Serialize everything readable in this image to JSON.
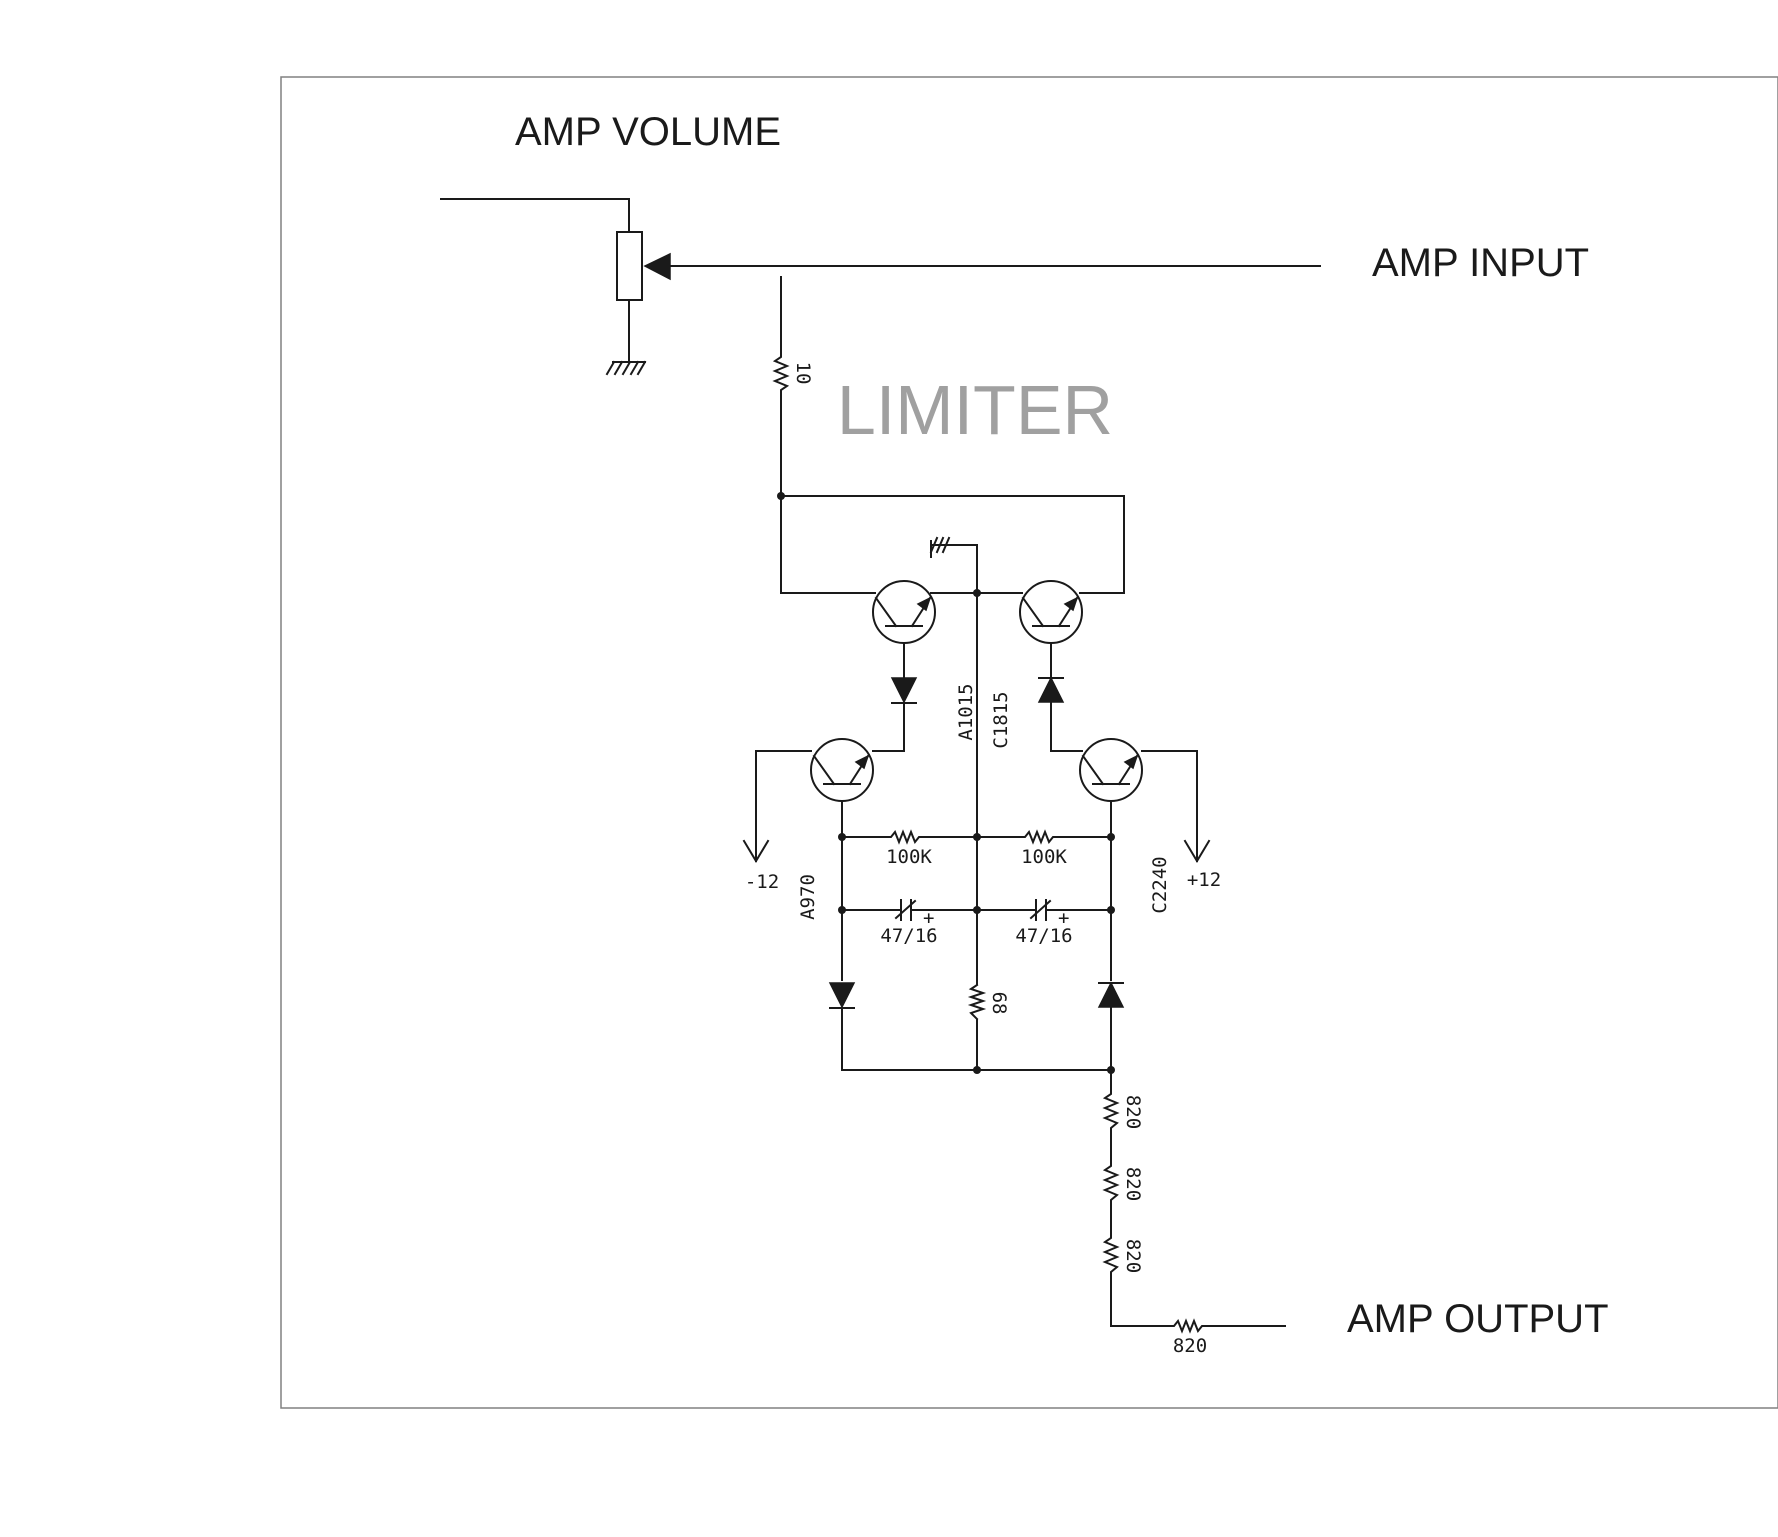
{
  "title": "LIMITER",
  "labels": {
    "amp_volume": "AMP VOLUME",
    "amp_input": "AMP INPUT",
    "amp_output": "AMP OUTPUT",
    "neg_supply": "-12",
    "pos_supply": "+12"
  },
  "components": {
    "r_input": "10",
    "q_upper_left": "A1015",
    "q_upper_right": "C1815",
    "q_lower_left": "A970",
    "q_lower_right": "C2240",
    "r_bias_left": "100K",
    "r_bias_right": "100K",
    "c_left": "47/16",
    "c_right": "47/16",
    "r_center": "68",
    "r_out_1": "820",
    "r_out_2": "820",
    "r_out_3": "820",
    "r_out_4": "820",
    "cap_plus": "+"
  },
  "colors": {
    "ink": "#1a1a1a",
    "title": "#a0a0a0",
    "frame": "#808080"
  }
}
